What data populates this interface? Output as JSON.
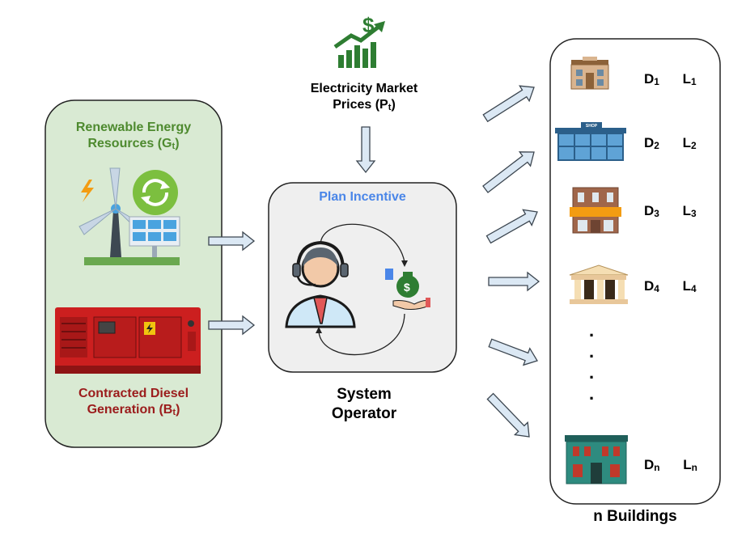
{
  "market": {
    "line1": "Electricity Market",
    "line2": "Prices (P",
    "sub": "t",
    "close": ")"
  },
  "renewable": {
    "line1": "Renewable Energy",
    "line2": "Resources (G",
    "sub": "t",
    "close": ")",
    "color": "#4e8a2f"
  },
  "diesel": {
    "line1": "Contracted Diesel",
    "line2": "Generation (B",
    "sub": "t",
    "close": ")",
    "color": "#9b1c1c"
  },
  "operator": {
    "plan_label": "Plan Incentive",
    "plan_color": "#4a86e8",
    "line1": "System",
    "line2": "Operator"
  },
  "buildings": {
    "title": "n Buildings",
    "rows": [
      {
        "d": "D",
        "d_sub": "1",
        "l": "L",
        "l_sub": "1"
      },
      {
        "d": "D",
        "d_sub": "2",
        "l": "L",
        "l_sub": "2"
      },
      {
        "d": "D",
        "d_sub": "3",
        "l": "L",
        "l_sub": "3"
      },
      {
        "d": "D",
        "d_sub": "4",
        "l": "L",
        "l_sub": "4"
      },
      {
        "d": "D",
        "d_sub": "n",
        "l": "L",
        "l_sub": "n"
      }
    ],
    "ellipsis": ".",
    "shop_sign": "SHOP"
  },
  "colors": {
    "left_panel_fill": "#d9ead3",
    "center_panel_fill": "#efefef",
    "arrow_fill": "#dbe8f4",
    "arrow_stroke": "#3c4650"
  }
}
